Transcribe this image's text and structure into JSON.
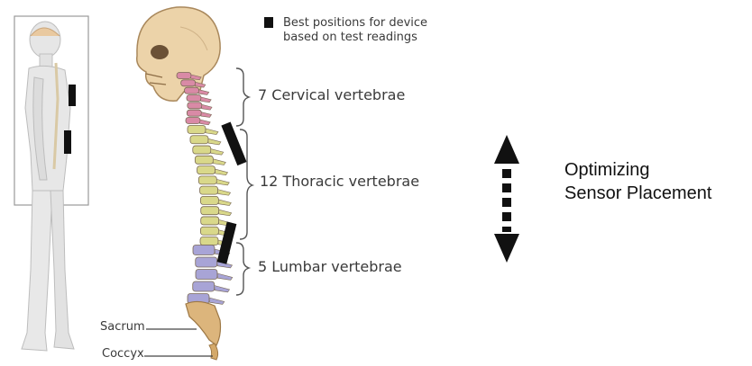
{
  "legend": {
    "text_line1": "Best positions for device",
    "text_line2": "based on test readings",
    "marker_color": "#111111"
  },
  "labels": {
    "cervical": "7 Cervical vertebrae",
    "thoracic": "12 Thoracic vertebrae",
    "lumbar": "5 Lumbar vertebrae",
    "sacrum": "Sacrum",
    "coccyx": "Coccyx"
  },
  "side_text": {
    "line1": "Optimizing",
    "line2": "Sensor Placement"
  },
  "colors": {
    "cervical": "#d98aa6",
    "thoracic": "#d9d88a",
    "lumbar": "#a8a4d6",
    "skull": "#e8d0a8",
    "sacrum": "#d9b27a",
    "device": "#111111"
  },
  "icons": {
    "arrow": "double-dashed-arrow-icon",
    "legend_marker": "device-marker-icon"
  }
}
